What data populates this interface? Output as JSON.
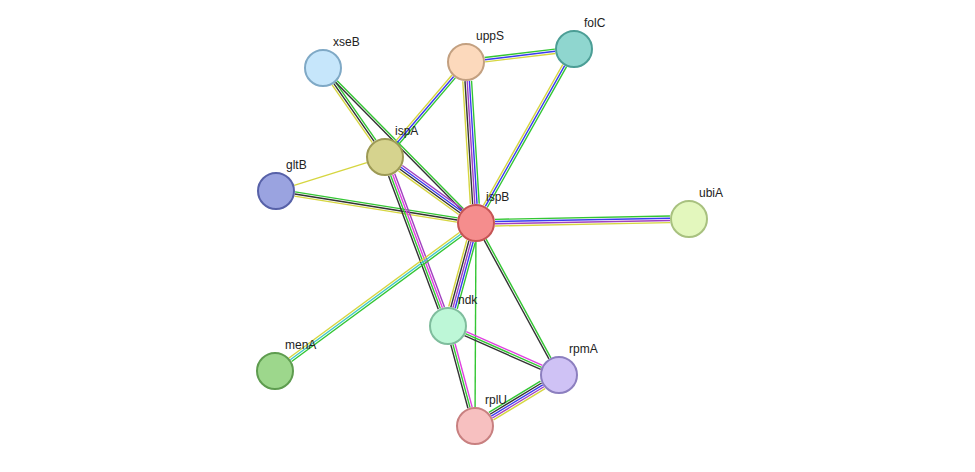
{
  "diagram": {
    "nodes": [
      {
        "text": [
          "xseB"
        ]
      },
      {
        "text": [
          "uppS"
        ]
      },
      {
        "text": [
          "folC"
        ]
      },
      {
        "text": [
          "ispA"
        ]
      },
      {
        "text": [
          "gltB"
        ]
      },
      {
        "text": [
          "ispB"
        ]
      },
      {
        "text": [
          "ubiA"
        ]
      },
      {
        "text": [
          "ndk"
        ]
      },
      {
        "text": [
          "menA"
        ]
      },
      {
        "text": [
          "rpmA"
        ]
      },
      {
        "text": [
          "rplU"
        ]
      }
    ],
    "edges": [
      {
        "from": 0,
        "to": 3,
        "arrow": "none"
      },
      {
        "from": 0,
        "to": 5,
        "arrow": "none"
      },
      {
        "from": 1,
        "to": 2,
        "arrow": "none"
      },
      {
        "from": 1,
        "to": 3,
        "arrow": "none"
      },
      {
        "from": 1,
        "to": 5,
        "arrow": "none"
      },
      {
        "from": 2,
        "to": 5,
        "arrow": "none"
      },
      {
        "from": 3,
        "to": 4,
        "arrow": "none"
      },
      {
        "from": 4,
        "to": 5,
        "arrow": "none"
      },
      {
        "from": 3,
        "to": 5,
        "arrow": "none"
      },
      {
        "from": 3,
        "to": 7,
        "arrow": "none"
      },
      {
        "from": 5,
        "to": 6,
        "arrow": "none"
      },
      {
        "from": 5,
        "to": 8,
        "arrow": "none"
      },
      {
        "from": 5,
        "to": 7,
        "arrow": "none"
      },
      {
        "from": 5,
        "to": 9,
        "arrow": "none"
      },
      {
        "from": 5,
        "to": 10,
        "arrow": "none"
      },
      {
        "from": 7,
        "to": 9,
        "arrow": "none"
      },
      {
        "from": 7,
        "to": 10,
        "arrow": "none"
      },
      {
        "from": 9,
        "to": 10,
        "arrow": "none"
      }
    ]
  }
}
